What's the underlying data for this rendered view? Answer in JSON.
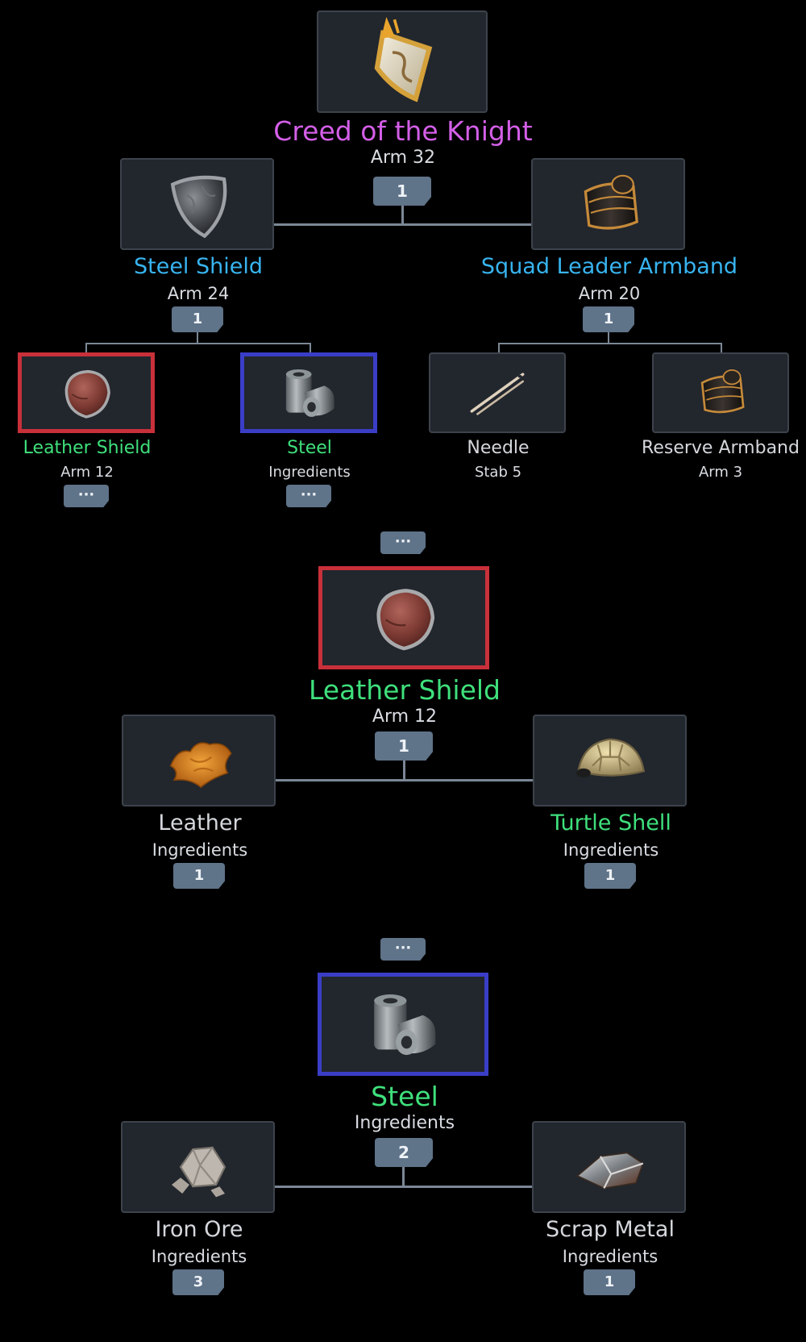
{
  "colors": {
    "legendary": "#d45fe8",
    "rare": "#38b4f0",
    "uncommon": "#3fe07c",
    "common": "#d4d7dc",
    "badge": "#5f7389",
    "select_red": "#c8303a",
    "select_blue": "#3a3ec6"
  },
  "tree1": {
    "root": {
      "name": "Creed of the Knight",
      "stat": "Arm 32",
      "count": "1",
      "icon": "knight-crest-shield-icon"
    },
    "left": {
      "name": "Steel Shield",
      "stat": "Arm 24",
      "count": "1",
      "icon": "steel-shield-icon"
    },
    "right": {
      "name": "Squad Leader Armband",
      "stat": "Arm 20",
      "count": "1",
      "icon": "armband-icon"
    },
    "leaf1": {
      "name": "Leather Shield",
      "stat": "Arm 12",
      "more": "···",
      "icon": "leather-shield-icon"
    },
    "leaf2": {
      "name": "Steel",
      "stat": "Ingredients",
      "more": "···",
      "icon": "steel-ingot-icon"
    },
    "leaf3": {
      "name": "Needle",
      "stat": "Stab 5",
      "icon": "needle-icon"
    },
    "leaf4": {
      "name": "Reserve Armband",
      "stat": "Arm 3",
      "icon": "armband-icon"
    }
  },
  "tree2": {
    "more": "···",
    "root": {
      "name": "Leather Shield",
      "stat": "Arm 12",
      "count": "1",
      "icon": "leather-shield-icon"
    },
    "left": {
      "name": "Leather",
      "stat": "Ingredients",
      "count": "1",
      "icon": "leather-hide-icon"
    },
    "right": {
      "name": "Turtle Shell",
      "stat": "Ingredients",
      "count": "1",
      "icon": "turtle-shell-icon"
    }
  },
  "tree3": {
    "more": "···",
    "root": {
      "name": "Steel",
      "stat": "Ingredients",
      "count": "2",
      "icon": "steel-ingot-icon"
    },
    "left": {
      "name": "Iron Ore",
      "stat": "Ingredients",
      "count": "3",
      "icon": "iron-ore-icon"
    },
    "right": {
      "name": "Scrap Metal",
      "stat": "Ingredients",
      "count": "1",
      "icon": "scrap-metal-icon"
    }
  }
}
